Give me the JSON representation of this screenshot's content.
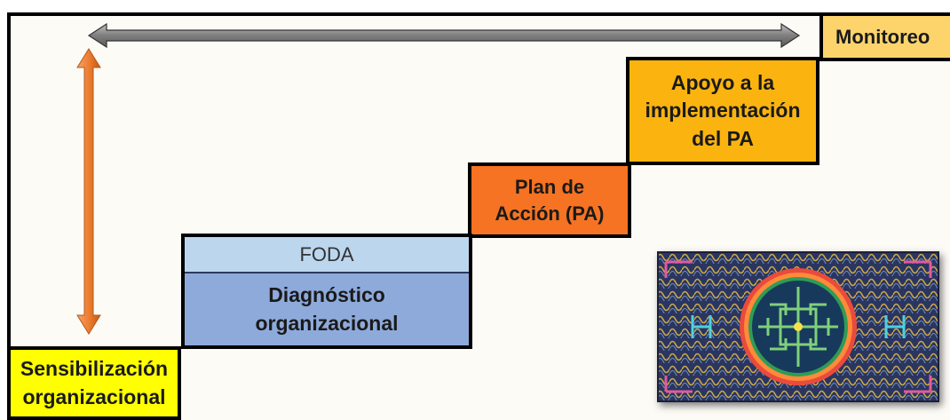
{
  "steps": {
    "sensibilizacion": "Sensibilización organizacional",
    "foda": "FODA",
    "diagnostico": "Diagnóstico organizacional",
    "plan": "Plan de Acción (PA)",
    "apoyo": "Apoyo a la implementación del PA",
    "monitoreo": "Monitoreo"
  },
  "colors": {
    "sensibilizacion": "#ffff00",
    "foda": "#bcd6ee",
    "diagnostico": "#8eaadb",
    "plan": "#f57322",
    "apoyo": "#fbb40f",
    "monitoreo": "#fdd46c",
    "vertical_arrow": "#ed7d31",
    "horizontal_arrow": "#8c8c8c"
  },
  "image": {
    "description_icon": "shipibo-textile-pattern"
  }
}
